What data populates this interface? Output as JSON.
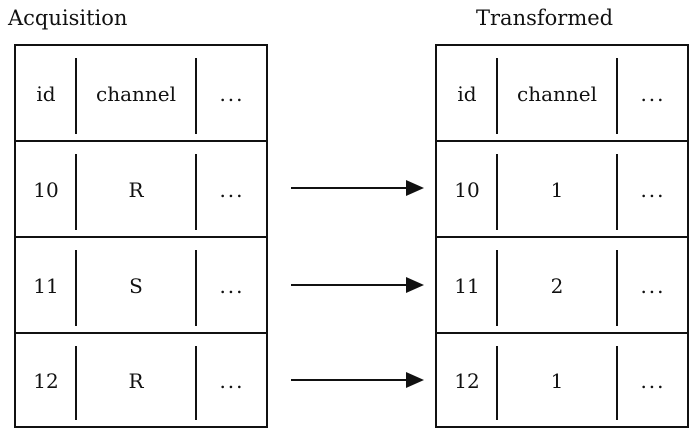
{
  "left_table": {
    "title": "Acquisition",
    "header": {
      "id": "id",
      "channel": "channel",
      "more": "..."
    },
    "rows": [
      {
        "id": "10",
        "channel": "R",
        "more": "..."
      },
      {
        "id": "11",
        "channel": "S",
        "more": "..."
      },
      {
        "id": "12",
        "channel": "R",
        "more": "..."
      }
    ]
  },
  "right_table": {
    "title": "Transformed",
    "header": {
      "id": "id",
      "channel": "channel",
      "more": "..."
    },
    "rows": [
      {
        "id": "10",
        "channel": "1",
        "more": "..."
      },
      {
        "id": "11",
        "channel": "2",
        "more": "..."
      },
      {
        "id": "12",
        "channel": "1",
        "more": "..."
      }
    ]
  },
  "colors": {
    "ink": "#111111",
    "background": "#ffffff"
  }
}
